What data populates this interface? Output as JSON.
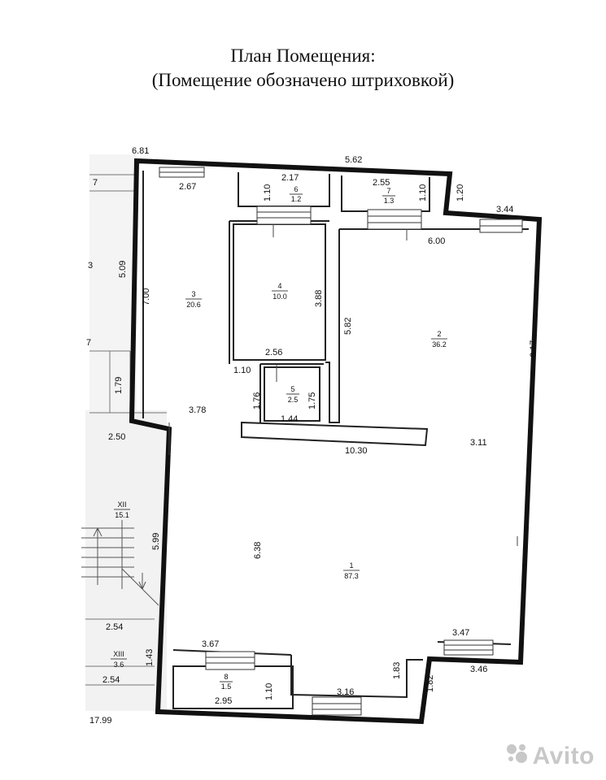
{
  "header": {
    "title": "План Помещения:",
    "subtitle": "(Помещение обозначено штриховкой)"
  },
  "plan": {
    "dimensions": {
      "d_681": "6.81",
      "d_562": "5.62",
      "d_217": "2.17",
      "d_255": "2.55",
      "d_267": "2.67",
      "d_110a": "1.10",
      "d_110b": "1.10",
      "d_120": "1.20",
      "d_344": "3.44",
      "d_600": "6.00",
      "d_509": "5.09",
      "d_700": "7.00",
      "d_388": "3.88",
      "d_582": "5.82",
      "d_617": "6.17",
      "d_256": "2.56",
      "d_110c": "1.10",
      "d_176": "1.76",
      "d_175": "1.75",
      "d_179": "1.79",
      "d_378": "3.78",
      "d_144": "1.44",
      "d_250": "2.50",
      "d_1030": "10.30",
      "d_311": "3.11",
      "d_599": "5.99",
      "d_638": "6.38",
      "d_254a": "2.54",
      "d_367": "3.67",
      "d_347": "3.47",
      "d_346": "3.46",
      "d_143": "1.43",
      "d_254b": "2.54",
      "d_183": "1.83",
      "d_182": "1.82",
      "d_295": "2.95",
      "d_110d": "1.10",
      "d_316": "3.16",
      "d_1799": "17.99"
    },
    "rooms": {
      "r1": {
        "num": "1",
        "area": "87.3"
      },
      "r2": {
        "num": "2",
        "area": "36.2"
      },
      "r3": {
        "num": "3",
        "area": "20.6"
      },
      "r4": {
        "num": "4",
        "area": "10.0"
      },
      "r5": {
        "num": "5",
        "area": "2.5"
      },
      "r6": {
        "num": "6",
        "area": "1.2"
      },
      "r7": {
        "num": "7",
        "area": "1.3"
      },
      "r8": {
        "num": "8",
        "area": "1.5"
      },
      "rxii": {
        "num": "XII",
        "area": "15.1"
      },
      "rxiii": {
        "num": "XIII",
        "area": "3.6"
      }
    },
    "edge_fragments": {
      "f7a": "7",
      "f3": "3",
      "f7b": "7"
    }
  },
  "watermark": {
    "text": "Avito",
    "icon": "avito-dots-icon"
  }
}
